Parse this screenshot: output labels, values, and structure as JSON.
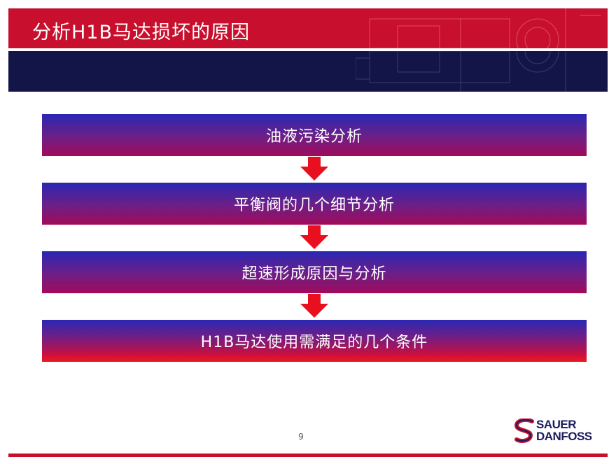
{
  "slide": {
    "title": "分析H1B马达损坏的原因",
    "page_number": "9"
  },
  "steps": [
    {
      "label": "油液污染分析"
    },
    {
      "label": "平衡阀的几个细节分析"
    },
    {
      "label": "超速形成原因与分析"
    },
    {
      "label": "H1B马达使用需满足的几个条件"
    }
  ],
  "logo": {
    "line1": "SAUER",
    "line2": "DANFOSS"
  },
  "colors": {
    "header_red": "#c8102e",
    "header_navy": "#131448",
    "arrow_red": "#e8101e",
    "logo_navy": "#1c1c5e"
  }
}
